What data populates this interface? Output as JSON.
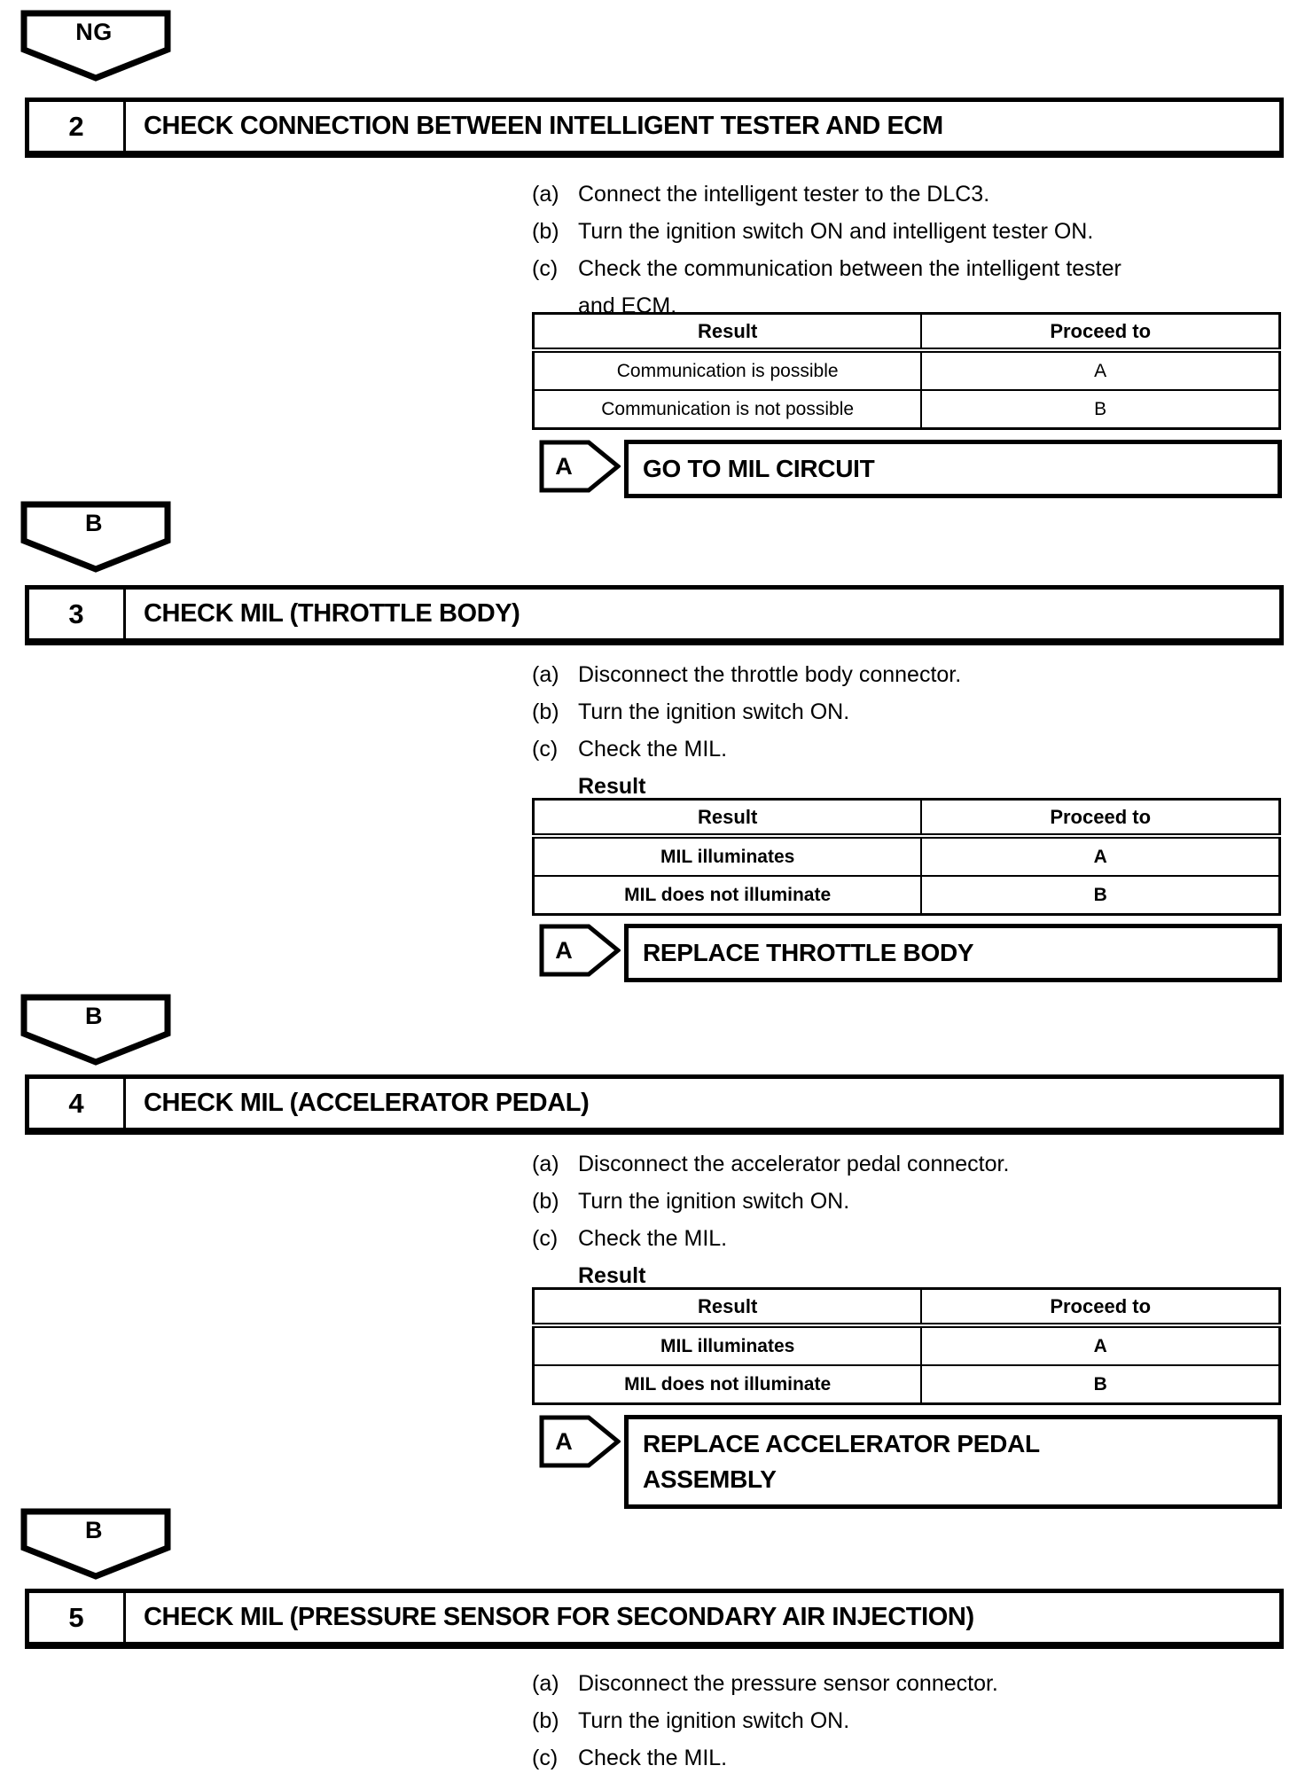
{
  "flow": {
    "connectors": [
      "NG",
      "B",
      "B",
      "B"
    ]
  },
  "steps": [
    {
      "number": "2",
      "title": "CHECK CONNECTION BETWEEN INTELLIGENT TESTER AND ECM",
      "instructions": [
        {
          "label": "(a)",
          "text": "Connect the intelligent tester to the DLC3."
        },
        {
          "label": "(b)",
          "text": "Turn the ignition switch ON and intelligent tester ON."
        },
        {
          "label": "(c)",
          "text": "Check the communication between the intelligent tester\nand ECM."
        }
      ],
      "table": {
        "headers": [
          "Result",
          "Proceed to"
        ],
        "rows": [
          [
            "Communication is possible",
            "A"
          ],
          [
            "Communication is not possible",
            "B"
          ]
        ]
      },
      "action": {
        "connector": "A",
        "text": "GO TO MIL CIRCUIT"
      }
    },
    {
      "number": "3",
      "title": "CHECK MIL (THROTTLE BODY)",
      "instructions": [
        {
          "label": "(a)",
          "text": "Disconnect the throttle body connector."
        },
        {
          "label": "(b)",
          "text": "Turn the ignition switch ON."
        },
        {
          "label": "(c)",
          "text": "Check the MIL."
        }
      ],
      "result_label": "Result",
      "table": {
        "headers": [
          "Result",
          "Proceed to"
        ],
        "rows": [
          [
            "MIL illuminates",
            "A"
          ],
          [
            "MIL does not illuminate",
            "B"
          ]
        ]
      },
      "action": {
        "connector": "A",
        "text": "REPLACE THROTTLE BODY"
      }
    },
    {
      "number": "4",
      "title": "CHECK MIL (ACCELERATOR PEDAL)",
      "instructions": [
        {
          "label": "(a)",
          "text": "Disconnect the accelerator pedal connector."
        },
        {
          "label": "(b)",
          "text": "Turn the ignition switch ON."
        },
        {
          "label": "(c)",
          "text": "Check the MIL."
        }
      ],
      "result_label": "Result",
      "table": {
        "headers": [
          "Result",
          "Proceed to"
        ],
        "rows": [
          [
            "MIL illuminates",
            "A"
          ],
          [
            "MIL does not illuminate",
            "B"
          ]
        ]
      },
      "action": {
        "connector": "A",
        "text": "REPLACE ACCELERATOR PEDAL\nASSEMBLY"
      }
    },
    {
      "number": "5",
      "title": "CHECK MIL (PRESSURE SENSOR FOR SECONDARY AIR INJECTION)",
      "instructions": [
        {
          "label": "(a)",
          "text": "Disconnect the pressure sensor connector."
        },
        {
          "label": "(b)",
          "text": "Turn the ignition switch ON."
        },
        {
          "label": "(c)",
          "text": "Check the MIL."
        }
      ]
    }
  ]
}
